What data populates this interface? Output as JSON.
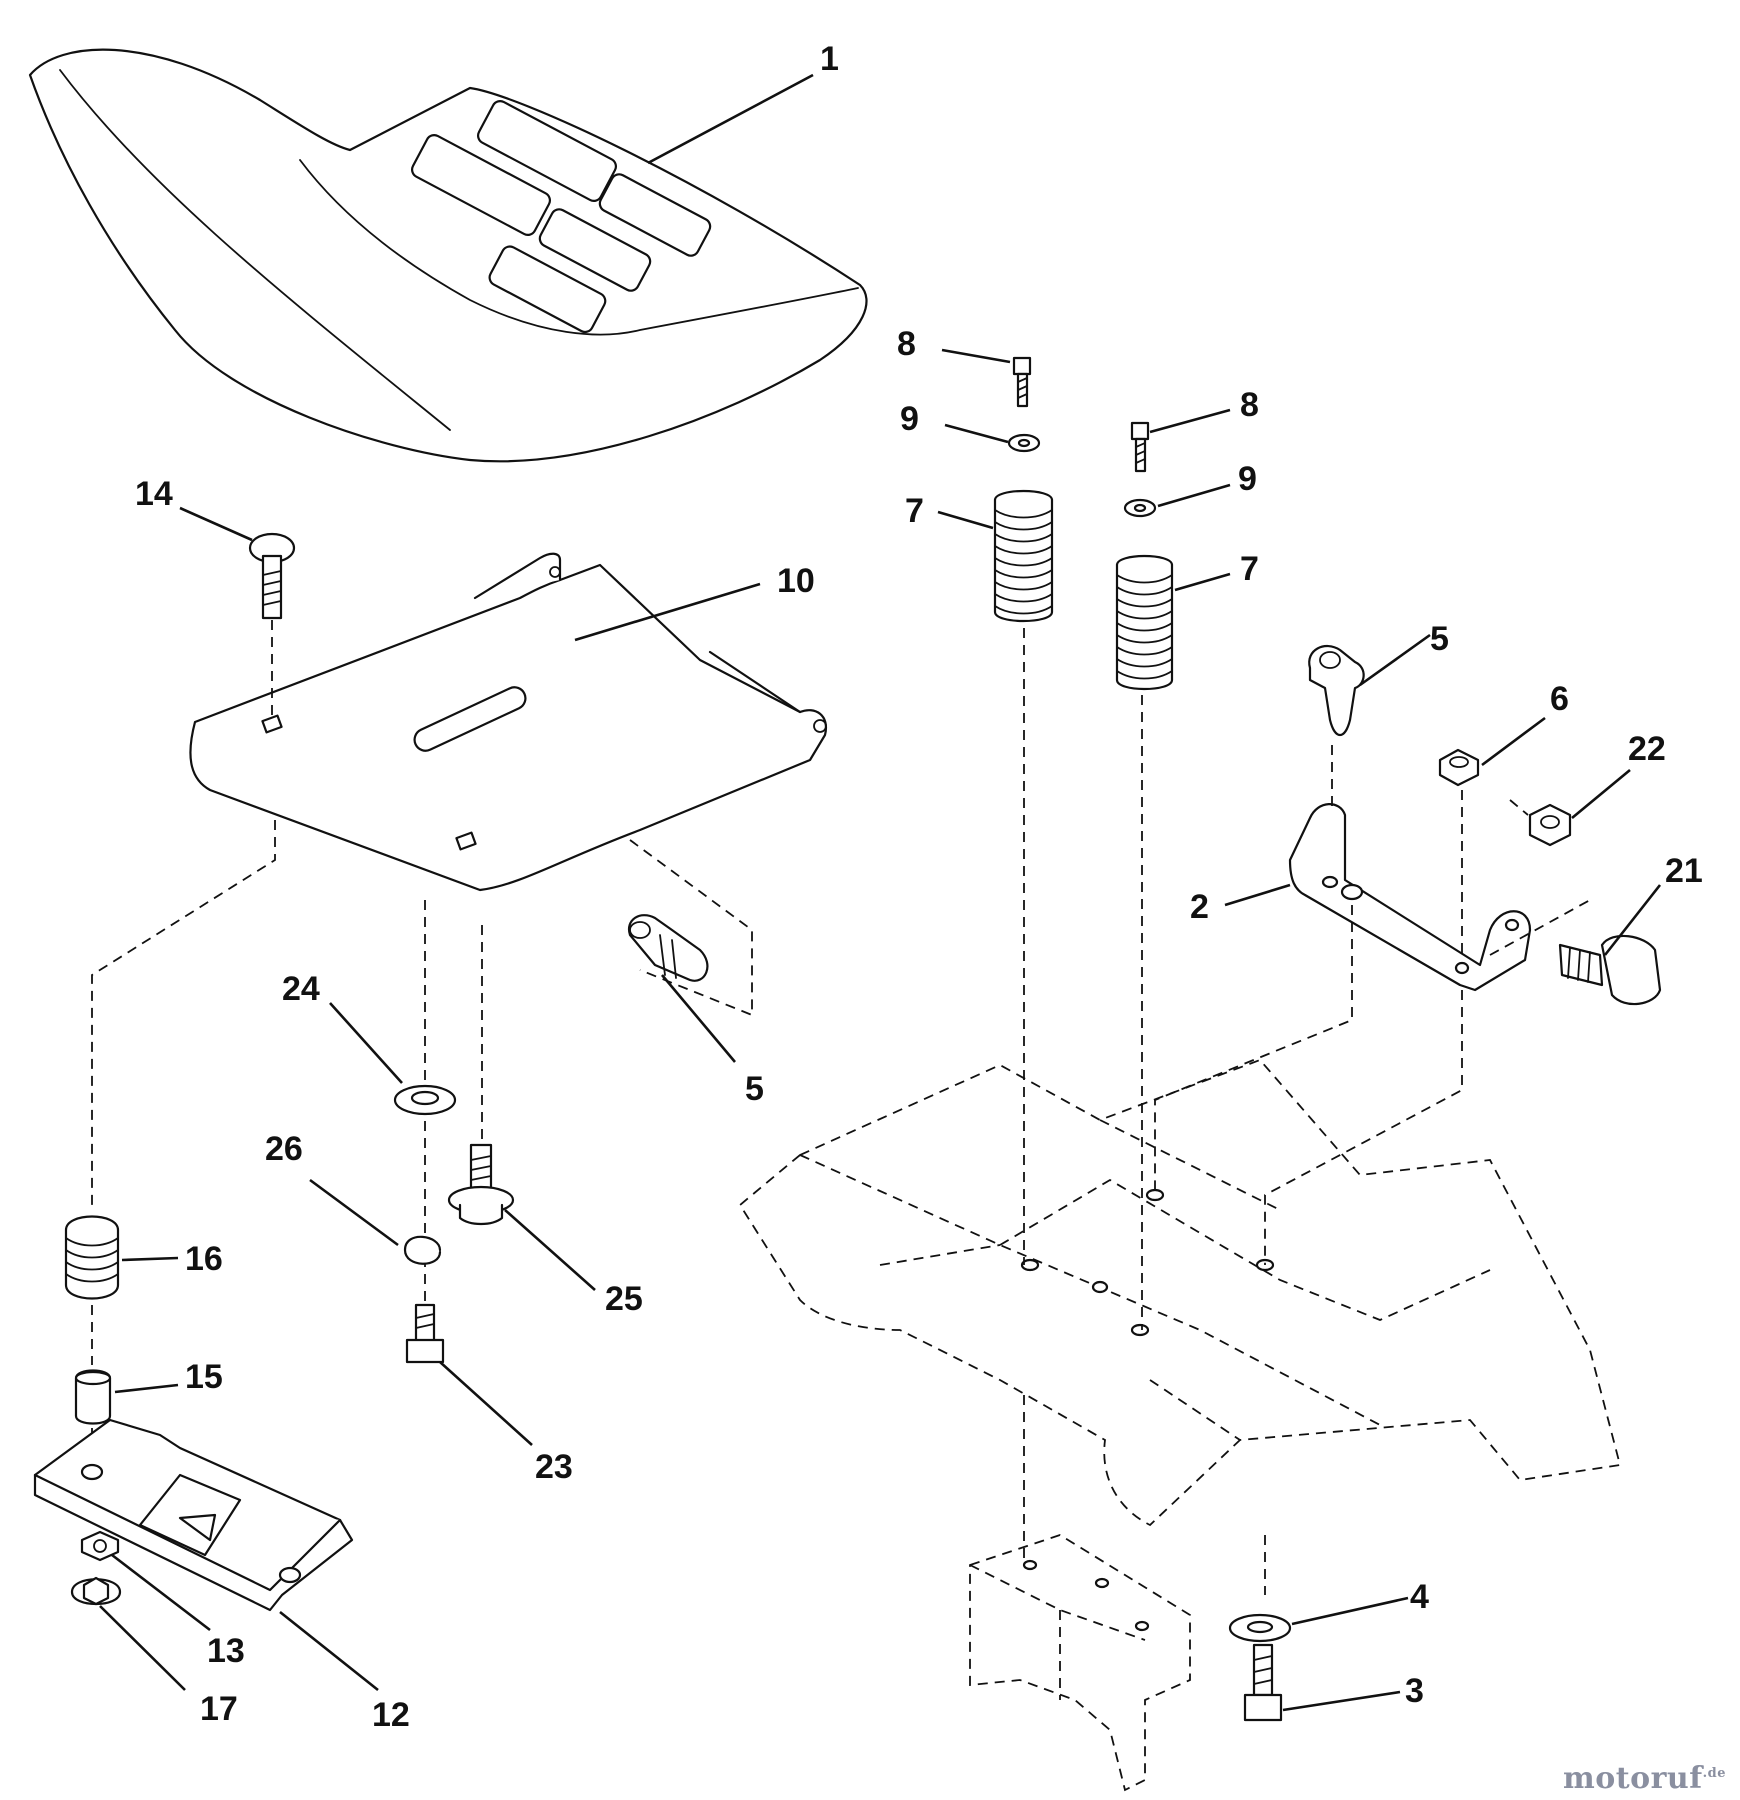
{
  "callouts": {
    "c1": "1",
    "c2": "2",
    "c3": "3",
    "c4": "4",
    "c5a": "5",
    "c5b": "5",
    "c6": "6",
    "c7a": "7",
    "c7b": "7",
    "c8a": "8",
    "c8b": "8",
    "c9a": "9",
    "c9b": "9",
    "c10": "10",
    "c12": "12",
    "c13": "13",
    "c14": "14",
    "c15": "15",
    "c16": "16",
    "c17": "17",
    "c21": "21",
    "c22": "22",
    "c23": "23",
    "c24": "24",
    "c25": "25",
    "c26": "26"
  },
  "watermark": {
    "name": "motoruf",
    "tld": ".de"
  }
}
